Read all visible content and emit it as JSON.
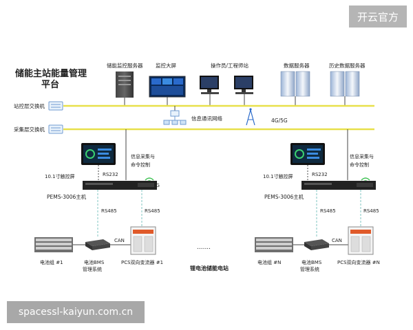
{
  "watermark_top": "开云官方",
  "watermark_bottom": "spacessl-kaiyun.com.cn",
  "platform_title_1": "储能主站能量管理",
  "platform_title_2": "平台",
  "station_switch": "站控层交换机",
  "acq_switch": "采集层交换机",
  "servers": {
    "monitor_server": "储能监控服务器",
    "big_screen": "监控大屏",
    "operator": "操作员/工程师站",
    "data_server": "数据服务器",
    "history_server": "历史数据服务器"
  },
  "network": {
    "comm_network": "信息通讯网络",
    "wireless": "4G/5G"
  },
  "station_left": {
    "touch_screen": "10.1寸触控屏",
    "rs232": "RS232",
    "info_acq_1": "信息采集与",
    "info_acq_2": "命令控制",
    "g4": "4G",
    "host": "PEMS-3006主机",
    "rs485_a": "RS485",
    "rs485_b": "RS485",
    "can": "CAN",
    "battery": "电池组 #1",
    "bms_1": "电池BMS",
    "bms_2": "管理系统",
    "pcs": "PCS双向变流器 #1"
  },
  "station_right": {
    "touch_screen": "10.1寸触控屏",
    "rs232": "RS232",
    "info_acq_1": "信息采集与",
    "info_acq_2": "命令控制",
    "g4": "4G",
    "host": "PEMS-3006主机",
    "rs485_a": "RS485",
    "rs485_b": "RS485",
    "can": "CAN",
    "battery": "电池组 #N",
    "bms_1": "电池BMS",
    "bms_2": "管理系统",
    "pcs": "PCS双向变流器 #N"
  },
  "ellipsis": ".......",
  "station_caption": "锂电池储能电站",
  "colors": {
    "title_blue": "#1a8fd6",
    "bus_yellow": "#e8e04a",
    "dash_teal": "#7fc4c0",
    "caption_blue": "#2a8fd0"
  }
}
